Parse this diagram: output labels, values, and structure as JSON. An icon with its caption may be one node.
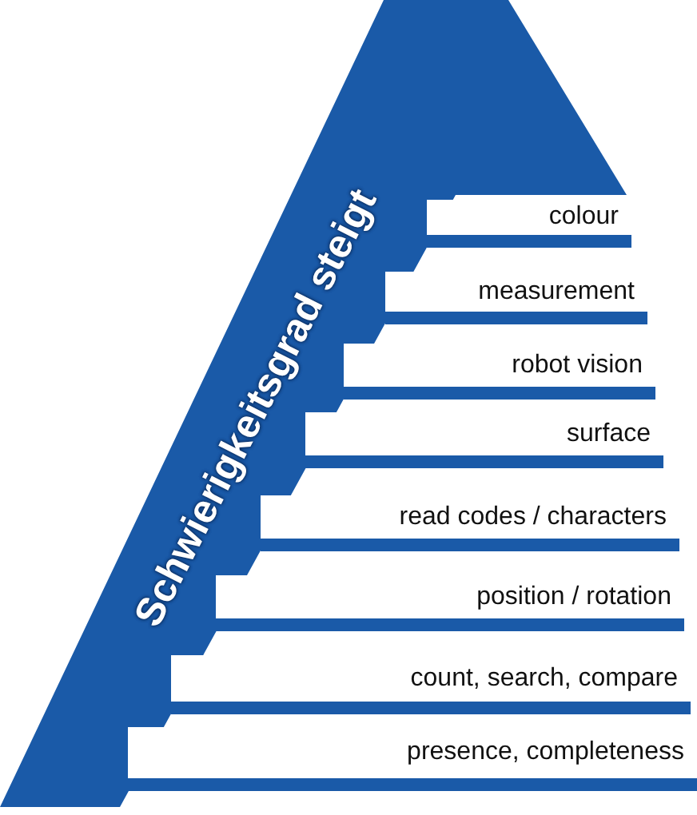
{
  "diagram": {
    "nodes": [
      {
        "text": [
          "Schwierigkeitsgrad steigt"
        ]
      },
      {
        "text": [
          "colour"
        ]
      },
      {
        "text": [
          "measurement"
        ]
      },
      {
        "text": [
          "robot vision"
        ]
      },
      {
        "text": [
          "surface"
        ]
      },
      {
        "text": [
          "read codes / characters"
        ]
      },
      {
        "text": [
          "position / rotation"
        ]
      },
      {
        "text": [
          "count, search, compare"
        ]
      },
      {
        "text": [
          "presence, completeness"
        ]
      }
    ],
    "edges": []
  }
}
